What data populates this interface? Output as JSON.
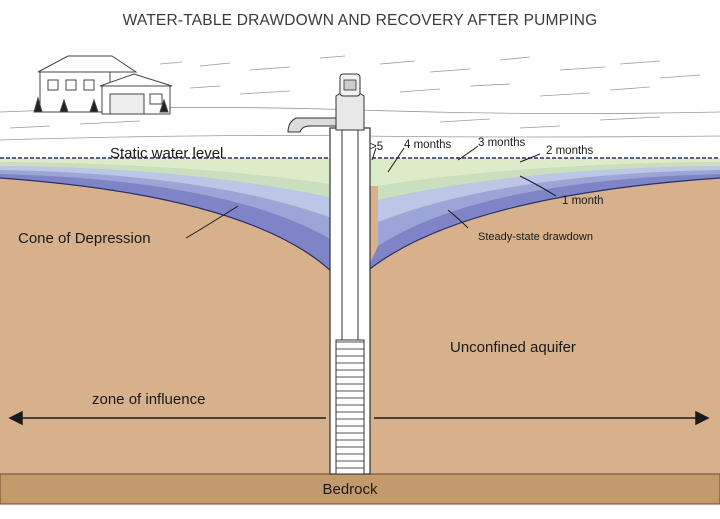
{
  "title": "WATER-TABLE DRAWDOWN AND RECOVERY AFTER PUMPING",
  "labels": {
    "static_water_level": "Static water level",
    "gt5": ">5",
    "four_months": "4 months",
    "three_months": "3 months",
    "two_months": "2 months",
    "one_month": "1 month",
    "steady_state": "Steady-state drawdown",
    "cone_of_depression": "Cone of Depression",
    "unconfined_aquifer": "Unconfined aquifer",
    "zone_of_influence": "zone of influence",
    "bedrock": "Bedrock"
  },
  "colors": {
    "aquifer": "#d7b08c",
    "bedrock": "#c49a6c",
    "steady_state_band": "#7f84c6",
    "one_month_band": "#9ca5d8",
    "two_months_band": "#bcc6e6",
    "three_months_band": "#c9dfbf",
    "four_months_band": "#dcebc8",
    "sky": "#ffffff"
  }
}
